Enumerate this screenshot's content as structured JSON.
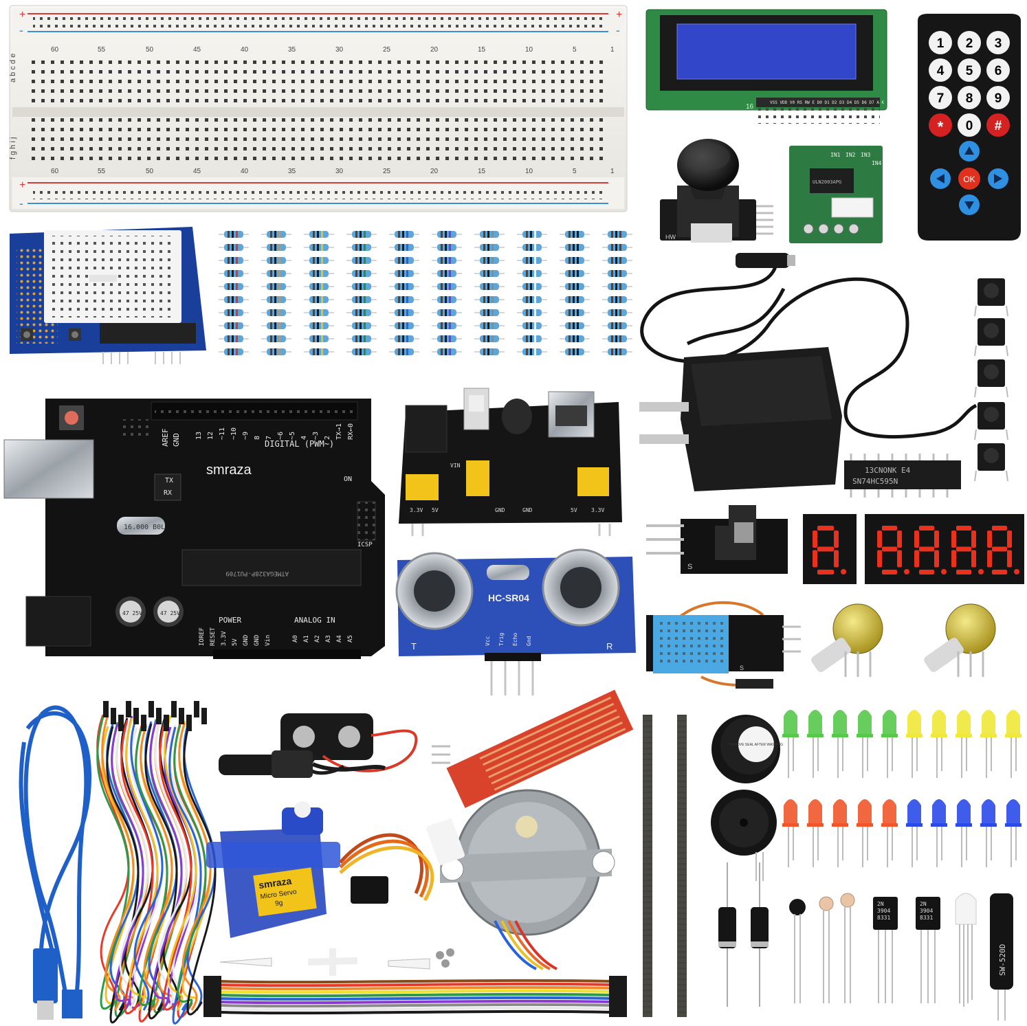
{
  "photo": {
    "arduino": {
      "brand": "smraza",
      "digital_label": "DIGITAL (PWM~)",
      "aref": "AREF",
      "gnd": "GND",
      "tx": "TX",
      "rx": "RX",
      "on": "ON",
      "icsp": "ICSP",
      "power": "POWER",
      "analog_in": "ANALOG IN",
      "crystal": "16.000 B0L",
      "chip_line1": "ATMEGA328P-PU",
      "chip_line2": "1709",
      "cap_label": "47 25V",
      "header_pins": [
        "13",
        "12",
        "~11",
        "~10",
        "~9",
        "8",
        "7",
        "~6",
        "~5",
        "4",
        "~3",
        "2",
        "TX→1",
        "RX←0"
      ],
      "power_pins": [
        "IOREF",
        "RESET",
        "3.3V",
        "5V",
        "GND",
        "GND",
        "Vin"
      ],
      "analog_pins": [
        "A0",
        "A1",
        "A2",
        "A3",
        "A4",
        "A5"
      ]
    },
    "breadboard": {
      "plus": "+",
      "minus": "-",
      "top_numbers": [
        "60",
        "55",
        "50",
        "45",
        "40",
        "35",
        "30",
        "25",
        "20",
        "15",
        "10",
        "5",
        "1"
      ],
      "rows_top": "a b c d e",
      "rows_bottom": "f g h i j"
    },
    "lcd": {
      "label": "16",
      "pins": "VSS VDD V0 RS RW E D0 D1 D2 D3 D4 D5 D6 D7 A K"
    },
    "remote": {
      "keys": [
        "1",
        "2",
        "3",
        "4",
        "5",
        "6",
        "7",
        "8",
        "9",
        "*",
        "0",
        "#"
      ],
      "ok": "OK"
    },
    "stepper_driver": {
      "pins": [
        "IN1",
        "IN2",
        "IN3",
        "IN4"
      ],
      "chip": "ULN2003APG"
    },
    "shift_register": {
      "line1": "13CNONK E4",
      "line2": "SN74HC595N"
    },
    "ultrasonic": {
      "model": "HC-SR04",
      "t": "T",
      "r": "R",
      "pins": [
        "Vcc",
        "Trig",
        "Echo",
        "Gnd"
      ]
    },
    "power_module": {
      "vin": "VIN",
      "labels": [
        "3.3V",
        "5V",
        "GND",
        "GND",
        "5V",
        "3.3V"
      ]
    },
    "servo": {
      "brand": "smraza",
      "model": "Micro Servo",
      "weight": "9g"
    },
    "buzzer_sticker": "REMOVE SEAL AFTER WASHING",
    "transistor": {
      "line1": "2N",
      "line2": "3904",
      "line3": "8331"
    },
    "tilt_switch": "SW-520D",
    "joystick_label": "HW",
    "ir_receiver_label": "S",
    "dht_label": "S"
  }
}
